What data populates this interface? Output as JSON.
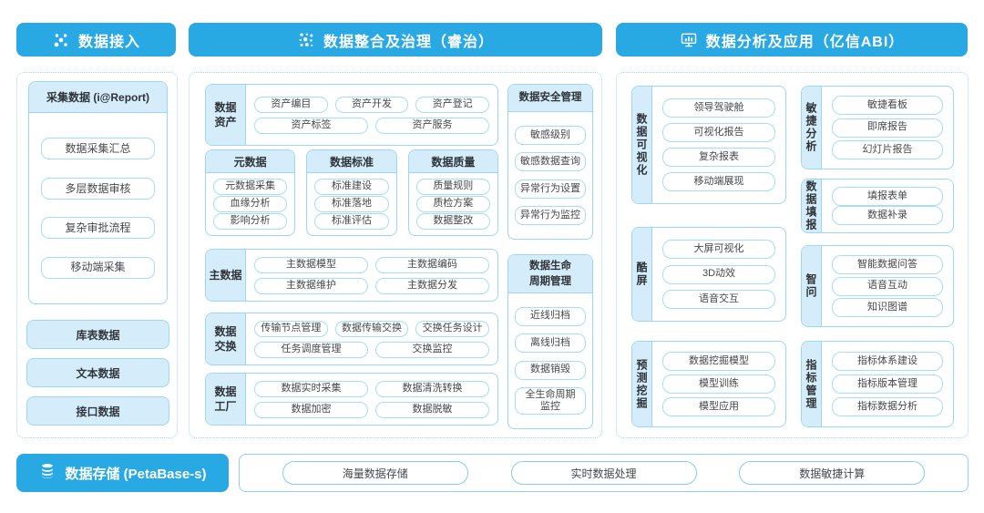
{
  "colors": {
    "primary_blue": "#29a9e4",
    "light_blue_fill": "#d5edfb",
    "box_border": "#9bd8f6",
    "pill_border": "#a6ddf8",
    "dotted_border": "#9fd4f0",
    "text_dark": "#3e4247",
    "header_text": "#ffffff"
  },
  "headers": {
    "access": {
      "label": "数据接入",
      "icon": "network-dots-icon"
    },
    "governance": {
      "label": "数据整合及治理（睿治）",
      "icon": "dot-cluster-icon"
    },
    "analysis": {
      "label": "数据分析及应用（亿信ABI）",
      "icon": "monitor-chart-icon"
    }
  },
  "access_panel": {
    "collect": {
      "title": "采集数据 (i@Report)",
      "items": [
        "数据采集汇总",
        "多层数据审核",
        "复杂审批流程",
        "移动端采集"
      ]
    },
    "sources": [
      "库表数据",
      "文本数据",
      "接口数据"
    ]
  },
  "governance_panel": {
    "asset": {
      "label": "数据\n资产",
      "items": [
        "资产编目",
        "资产开发",
        "资产登记",
        "资产标签",
        "资产服务"
      ]
    },
    "meta": {
      "title": "元数据",
      "items": [
        "元数据采集",
        "血缘分析",
        "影响分析"
      ]
    },
    "standard": {
      "title": "数据标准",
      "items": [
        "标准建设",
        "标准落地",
        "标准评估"
      ]
    },
    "quality": {
      "title": "数据质量",
      "items": [
        "质量规则",
        "质检方案",
        "数据整改"
      ]
    },
    "master": {
      "label": "主数据",
      "items": [
        "主数据模型",
        "主数据编码",
        "主数据维护",
        "主数据分发"
      ]
    },
    "exchange": {
      "label": "数据\n交换",
      "items": [
        "传输节点管理",
        "数据传输交换",
        "交换任务设计",
        "任务调度管理",
        "交换监控"
      ]
    },
    "factory": {
      "label": "数据\n工厂",
      "items": [
        "数据实时采集",
        "数据清洗转换",
        "数据加密",
        "数据脱敏"
      ]
    },
    "security": {
      "title": "数据安全管理",
      "items": [
        "敏感级别",
        "敏感数据查询",
        "异常行为设置",
        "异常行为监控"
      ]
    },
    "lifecycle": {
      "title": "数据生命\n周期管理",
      "items": [
        "近线归档",
        "离线归档",
        "数据销毁",
        "全生命周期\n监控"
      ]
    }
  },
  "analysis_panel": {
    "visualization": {
      "label": "数据可视化",
      "items": [
        "领导驾驶舱",
        "可视化报告",
        "复杂报表",
        "移动端展现"
      ]
    },
    "agile": {
      "label": "敏捷分析",
      "items": [
        "敏捷看板",
        "即席报告",
        "幻灯片报告"
      ]
    },
    "filling": {
      "label": "数据填报",
      "items": [
        "填报表单",
        "数据补录"
      ]
    },
    "coolscreen": {
      "label": "酷屏",
      "items": [
        "大屏可视化",
        "3D动效",
        "语音交互"
      ]
    },
    "smartask": {
      "label": "智问",
      "items": [
        "智能数据问答",
        "语音互动",
        "知识图谱"
      ]
    },
    "predict": {
      "label": "预测挖掘",
      "items": [
        "数据挖掘模型",
        "模型训练",
        "模型应用"
      ]
    },
    "metrics": {
      "label": "指标管理",
      "items": [
        "指标体系建设",
        "指标版本管理",
        "指标数据分析"
      ]
    }
  },
  "storage": {
    "label": "数据存储 (PetaBase-s)",
    "icon": "database-icon",
    "items": [
      "海量数据存储",
      "实时数据处理",
      "数据敏捷计算"
    ]
  }
}
